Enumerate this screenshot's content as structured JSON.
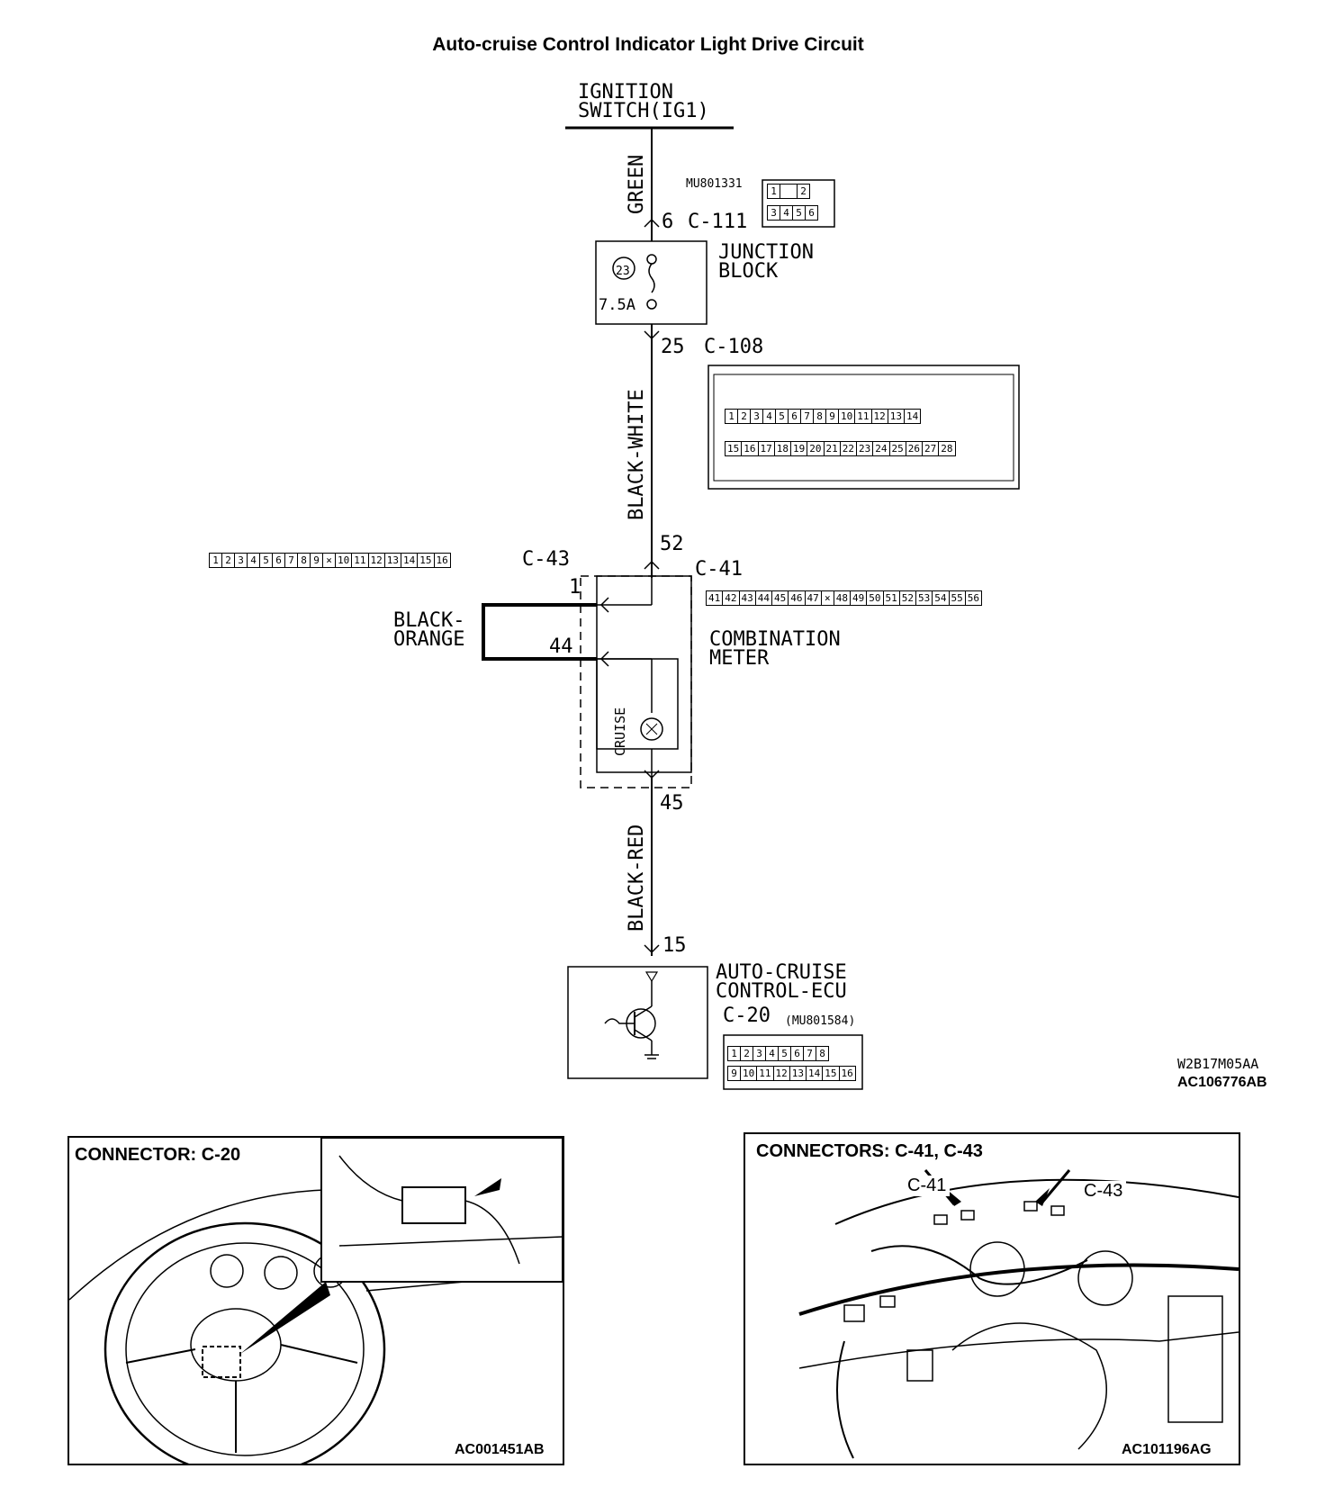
{
  "title": "Auto-cruise Control Indicator Light Drive Circuit",
  "source": {
    "line1": "IGNITION",
    "line2": "SWITCH(IG1)"
  },
  "wires": {
    "w1": "GREEN",
    "w2": "BLACK-WHITE",
    "w3_line1": "BLACK-",
    "w3_line2": "ORANGE",
    "w4": "BLACK-RED"
  },
  "connectors": {
    "c111": {
      "pin": "6",
      "id": "C-111",
      "part": "MU801331",
      "pins_top": [
        "1",
        "",
        "2"
      ],
      "pins_bottom": [
        "3",
        "4",
        "5",
        "6"
      ]
    },
    "c108": {
      "pin": "25",
      "id": "C-108",
      "row1": [
        "1",
        "2",
        "3",
        "4",
        "5",
        "6",
        "7",
        "8",
        "9",
        "10",
        "11",
        "12",
        "13",
        "14"
      ],
      "row2": [
        "15",
        "16",
        "17",
        "18",
        "19",
        "20",
        "21",
        "22",
        "23",
        "24",
        "25",
        "26",
        "27",
        "28"
      ]
    },
    "c41": {
      "pin_in": "52",
      "id": "C-41",
      "pin_out": "45",
      "pins": [
        "41",
        "42",
        "43",
        "44",
        "45",
        "46",
        "47",
        "⨯",
        "48",
        "49",
        "50",
        "51",
        "52",
        "53",
        "54",
        "55",
        "56"
      ]
    },
    "c43": {
      "id": "C-43",
      "pin_a": "1",
      "pin_b": "44",
      "pins": [
        "1",
        "2",
        "3",
        "4",
        "5",
        "6",
        "7",
        "8",
        "9",
        "⨯",
        "10",
        "11",
        "12",
        "13",
        "14",
        "15",
        "16"
      ]
    },
    "c20": {
      "pin": "15",
      "id": "C-20",
      "part": "(MU801584)",
      "row1": [
        "1",
        "2",
        "3",
        "4",
        "5",
        "6",
        "7",
        "8"
      ],
      "row2": [
        "9",
        "10",
        "11",
        "12",
        "13",
        "14",
        "15",
        "16"
      ]
    }
  },
  "components": {
    "junction_line1": "JUNCTION",
    "junction_line2": "BLOCK",
    "fuse_no": "23",
    "fuse_rating": "7.5A",
    "meter_line1": "COMBINATION",
    "meter_line2": "METER",
    "cruise_label": "CRUISE",
    "ecu_line1": "AUTO-CRUISE",
    "ecu_line2": "CONTROL-ECU"
  },
  "codes": {
    "code1": "W2B17M05AA",
    "code2": "AC106776AB"
  },
  "panels": {
    "left": {
      "title": "CONNECTOR: C-20",
      "code": "AC001451AB"
    },
    "right": {
      "title": "CONNECTORS: C-41, C-43",
      "label_a": "C-41",
      "label_b": "C-43",
      "code": "AC101196AG"
    }
  },
  "colors": {
    "line": "#000000",
    "background": "#ffffff"
  }
}
